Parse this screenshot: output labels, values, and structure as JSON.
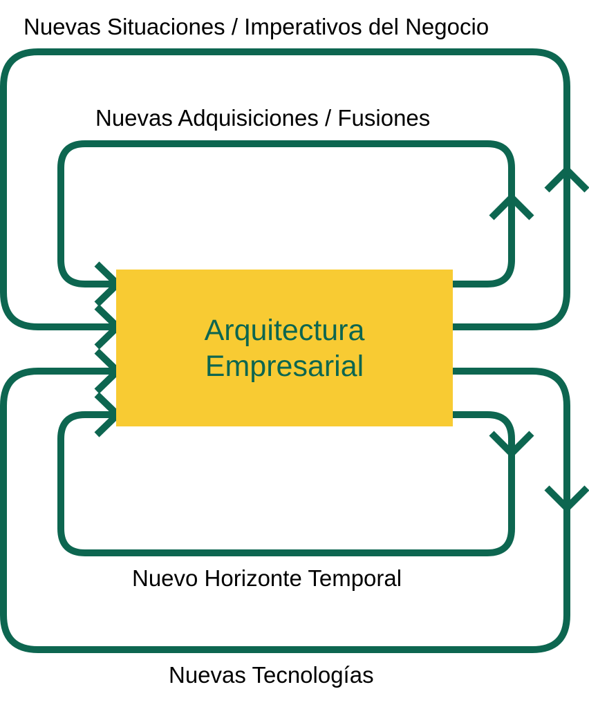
{
  "labels": {
    "outer_top": "Nuevas Situaciones / Imperativos del Negocio",
    "inner_top": "Nuevas Adquisiciones / Fusiones",
    "inner_bottom": "Nuevo Horizonte Temporal",
    "outer_bottom": "Nuevas Tecnologías"
  },
  "center": {
    "line1": "Arquitectura",
    "line2": "Empresarial"
  },
  "colors": {
    "line": "#0d6650",
    "box": "#f8cb33"
  }
}
